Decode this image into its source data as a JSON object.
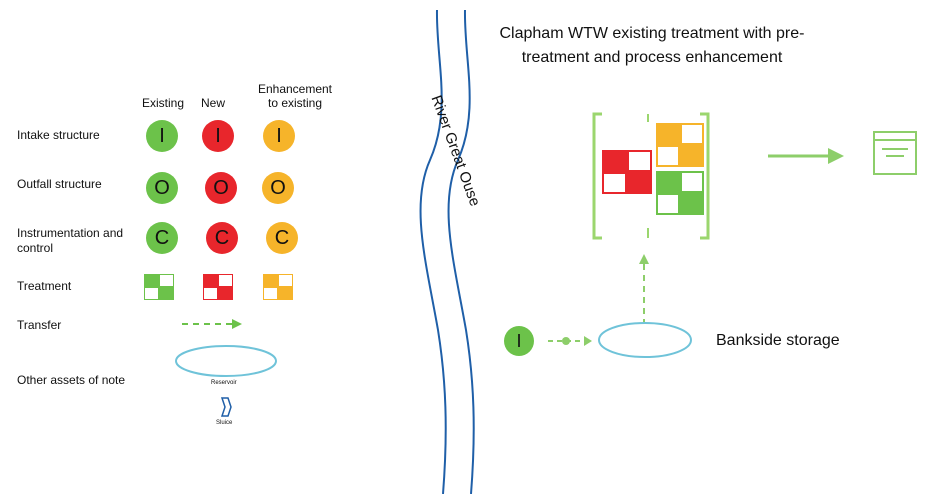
{
  "legend": {
    "col_existing": "Existing",
    "col_new": "New",
    "col_enhancement": "Enhancement to existing",
    "rows": {
      "intake": {
        "label": "Intake structure",
        "letter": "I"
      },
      "outfall": {
        "label": "Outfall structure",
        "letter": "O"
      },
      "instrumentation": {
        "label": "Instrumentation and control",
        "letter": "C"
      },
      "treatment": {
        "label": "Treatment"
      },
      "transfer": {
        "label": "Transfer"
      },
      "other": {
        "label": "Other assets of note"
      }
    },
    "reservoir_label": "Reservoir",
    "sluice_label": "Sluice"
  },
  "diagram": {
    "river_label": "River Great Ouse",
    "title": "Clapham WTW existing treatment with pre-treatment and process enhancement",
    "bankside_label": "Bankside storage",
    "intake_letter": "I"
  },
  "colors": {
    "existing": "#6cc24a",
    "new": "#e8262c",
    "enhancement": "#f6b42a",
    "river": "#1f5fa8",
    "reservoir_outline": "#6fc3d9"
  }
}
